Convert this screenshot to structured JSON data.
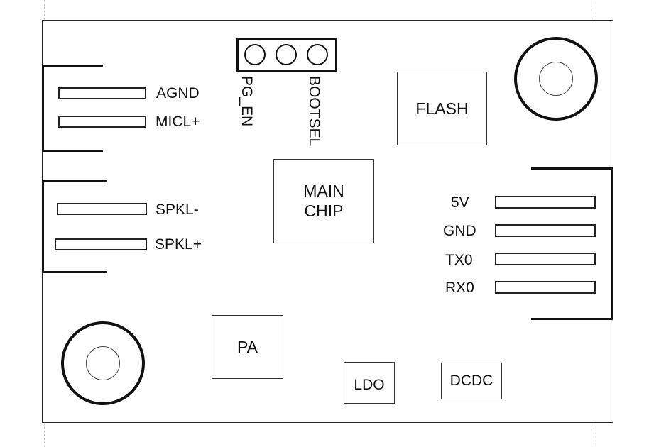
{
  "connectors": {
    "mic_pins": [
      "AGND",
      "MICL+"
    ],
    "speaker_pins": [
      "SPKL-",
      "SPKL+"
    ],
    "uart_pins": [
      "5V",
      "GND",
      "TX0",
      "RX0"
    ]
  },
  "header_pins": [
    "PG_EN",
    "BOOTSEL"
  ],
  "components": {
    "flash": "FLASH",
    "main_chip_line1": "MAIN",
    "main_chip_line2": "CHIP",
    "pa": "PA",
    "ldo": "LDO",
    "dcdc": "DCDC"
  },
  "colors": {
    "outline": "#111111",
    "guide": "#d0d0d0"
  }
}
